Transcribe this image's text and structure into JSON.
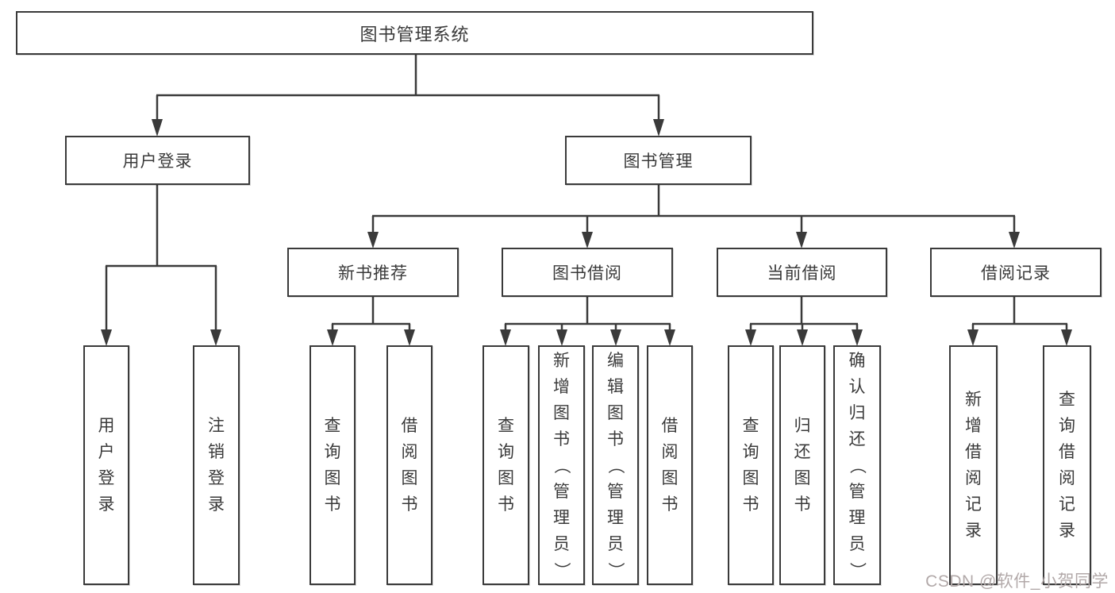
{
  "diagram": {
    "type": "hierarchy-tree",
    "orientation": "top-down"
  },
  "colors": {
    "line": "#3a3a3a",
    "box_border": "#3a3a3a",
    "text": "#3a3a3a",
    "background": "#ffffff",
    "watermark": "#b2a9a9"
  },
  "watermark": "CSDN @软件_小贺同学",
  "tree": {
    "root": {
      "label": "图书管理系统",
      "children": [
        {
          "label": "用户登录",
          "children": [
            {
              "label": "用户登录"
            },
            {
              "label": "注销登录"
            }
          ]
        },
        {
          "label": "图书管理",
          "children": [
            {
              "label": "新书推荐",
              "children": [
                {
                  "label": "查询图书"
                },
                {
                  "label": "借阅图书"
                }
              ]
            },
            {
              "label": "图书借阅",
              "children": [
                {
                  "label": "查询图书"
                },
                {
                  "label": "新增图书（管理员）"
                },
                {
                  "label": "编辑图书（管理员）"
                },
                {
                  "label": "借阅图书"
                }
              ]
            },
            {
              "label": "当前借阅",
              "children": [
                {
                  "label": "查询图书"
                },
                {
                  "label": "归还图书"
                },
                {
                  "label": "确认归还（管理员）"
                }
              ]
            },
            {
              "label": "借阅记录",
              "children": [
                {
                  "label": "新增借阅记录"
                },
                {
                  "label": "查询借阅记录"
                }
              ]
            }
          ]
        }
      ]
    }
  }
}
